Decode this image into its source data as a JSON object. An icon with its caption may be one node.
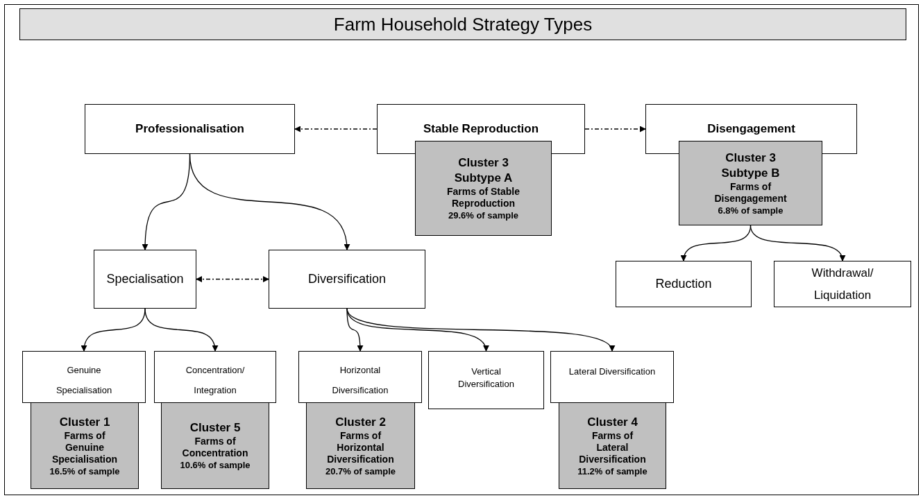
{
  "diagram": {
    "title": "Farm Household Strategy Types",
    "nodes": [
      {
        "text": [
          "Professionalisation"
        ]
      },
      {
        "text": [
          "Stable Reproduction"
        ]
      },
      {
        "text": [
          "Cluster 3 Subtype A",
          "Farms of Stable Reproduction",
          "29.6% of sample"
        ]
      },
      {
        "text": [
          "Disengagement"
        ]
      },
      {
        "text": [
          "Cluster 3 Subtype B",
          "Farms of Disengagement",
          "6.8% of sample"
        ]
      },
      {
        "text": [
          "Specialisation"
        ]
      },
      {
        "text": [
          "Diversification"
        ]
      },
      {
        "text": [
          "Reduction"
        ]
      },
      {
        "text": [
          "Withdrawal/ Liquidation"
        ]
      },
      {
        "text": [
          "Genuine Specialisation"
        ]
      },
      {
        "text": [
          "Cluster 1",
          "Farms of Genuine Specialisation",
          "16.5% of sample"
        ]
      },
      {
        "text": [
          "Concentration/ Integration"
        ]
      },
      {
        "text": [
          "Cluster 5",
          "Farms of Concentration",
          "10.6% of sample"
        ]
      },
      {
        "text": [
          "Horizontal Diversification"
        ]
      },
      {
        "text": [
          "Cluster 2",
          "Farms of Horizontal Diversification",
          "20.7% of sample"
        ]
      },
      {
        "text": [
          "Vertical Diversification"
        ]
      },
      {
        "text": [
          "Lateral Diversification"
        ]
      },
      {
        "text": [
          "Cluster 4",
          "Farms of Lateral Diversification",
          "11.2% of sample"
        ]
      }
    ],
    "edges": [
      {
        "from": 1,
        "to": 0,
        "arrow": "to",
        "style": "dashed"
      },
      {
        "from": 1,
        "to": 3,
        "arrow": "to",
        "style": "dashed"
      },
      {
        "from": 0,
        "to": 5,
        "arrow": "to"
      },
      {
        "from": 0,
        "to": 6,
        "arrow": "to"
      },
      {
        "from": 5,
        "to": 6,
        "arrow": "both",
        "style": "dashed"
      },
      {
        "from": 4,
        "to": 7,
        "arrow": "to"
      },
      {
        "from": 4,
        "to": 8,
        "arrow": "to"
      },
      {
        "from": 5,
        "to": 9,
        "arrow": "to"
      },
      {
        "from": 5,
        "to": 11,
        "arrow": "to"
      },
      {
        "from": 6,
        "to": 13,
        "arrow": "to"
      },
      {
        "from": 6,
        "to": 15,
        "arrow": "to"
      },
      {
        "from": 6,
        "to": 16,
        "arrow": "to"
      }
    ]
  }
}
